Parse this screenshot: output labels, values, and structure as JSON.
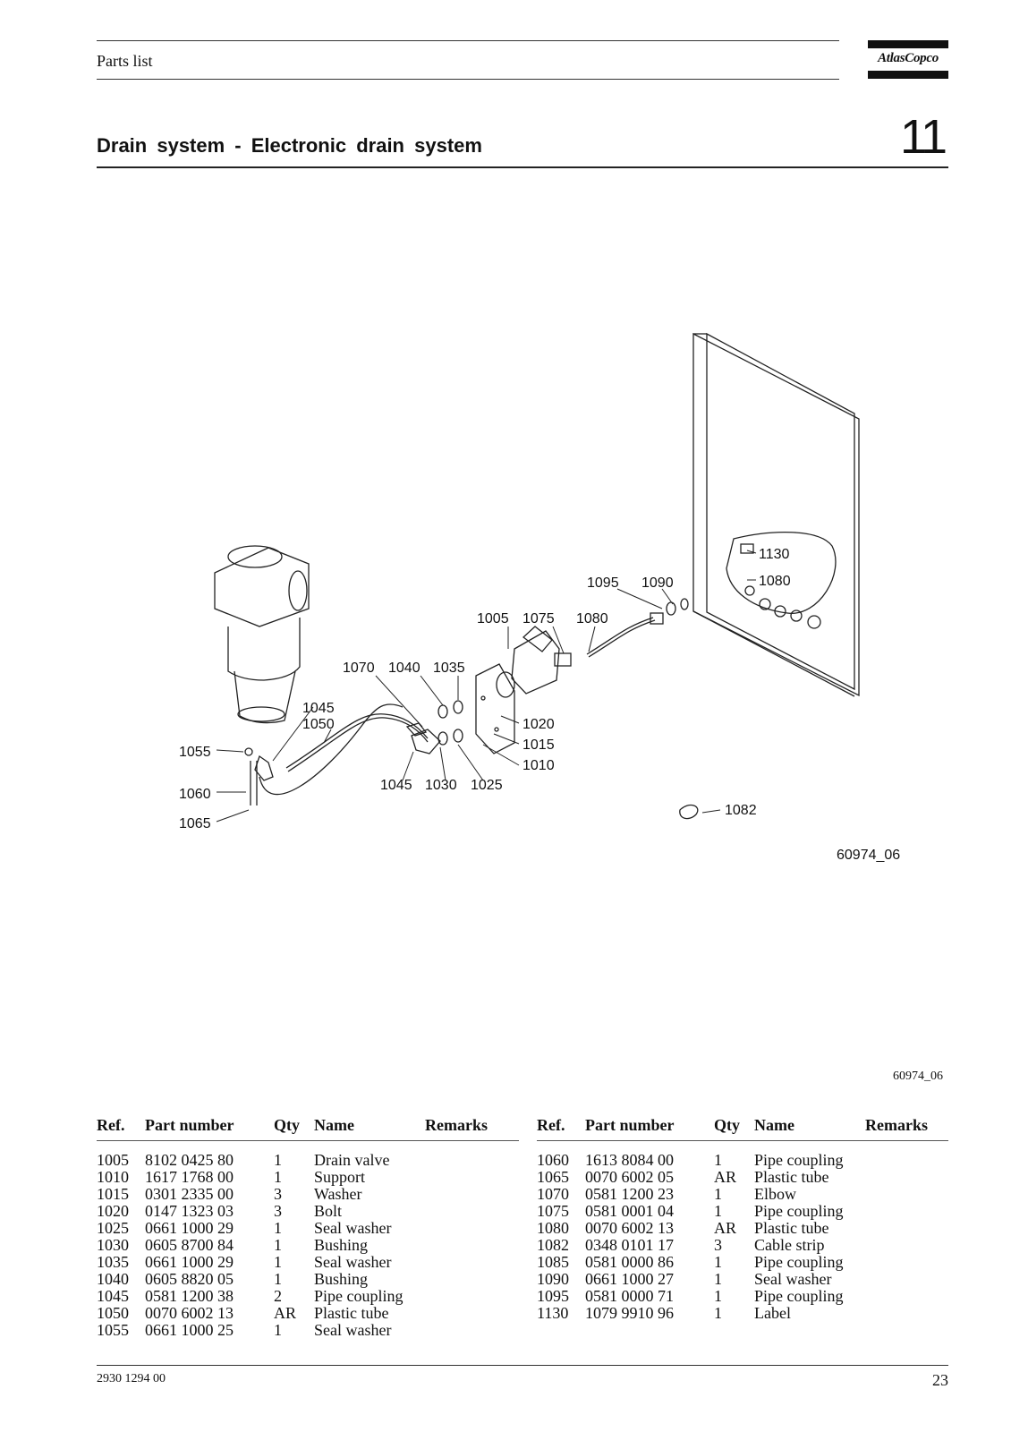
{
  "header": {
    "section": "Parts list",
    "logo": "AtlasCopco"
  },
  "title": "Drain system - Electronic drain system",
  "chapter": "11",
  "diagram": {
    "callouts": [
      "1130",
      "1080",
      "1095",
      "1090",
      "1005",
      "1075",
      "1080",
      "1070",
      "1040",
      "1035",
      "1045",
      "1050",
      "1020",
      "1015",
      "1010",
      "1055",
      "1045",
      "1030",
      "1025",
      "1060",
      "1065",
      "1082"
    ],
    "code": "60974_06"
  },
  "figure_ref": "60974_06",
  "table": {
    "headers": {
      "ref": "Ref.",
      "part": "Part number",
      "qty": "Qty",
      "name": "Name",
      "remarks": "Remarks"
    },
    "left": [
      {
        "ref": "1005",
        "part": "8102 0425 80",
        "qty": "1",
        "name": "Drain valve"
      },
      {
        "ref": "1010",
        "part": "1617 1768 00",
        "qty": "1",
        "name": "Support"
      },
      {
        "ref": "1015",
        "part": "0301 2335 00",
        "qty": "3",
        "name": "Washer"
      },
      {
        "ref": "1020",
        "part": "0147 1323 03",
        "qty": "3",
        "name": "Bolt"
      },
      {
        "ref": "1025",
        "part": "0661 1000 29",
        "qty": "1",
        "name": "Seal washer"
      },
      {
        "ref": "1030",
        "part": "0605 8700 84",
        "qty": "1",
        "name": "Bushing"
      },
      {
        "ref": "1035",
        "part": "0661 1000 29",
        "qty": "1",
        "name": "Seal washer"
      },
      {
        "ref": "1040",
        "part": "0605 8820 05",
        "qty": "1",
        "name": "Bushing"
      },
      {
        "ref": "1045",
        "part": "0581 1200 38",
        "qty": "2",
        "name": "Pipe coupling"
      },
      {
        "ref": "1050",
        "part": "0070 6002 13",
        "qty": "AR",
        "name": "Plastic tube"
      },
      {
        "ref": "1055",
        "part": "0661 1000 25",
        "qty": "1",
        "name": "Seal washer"
      }
    ],
    "right": [
      {
        "ref": "1060",
        "part": "1613 8084 00",
        "qty": "1",
        "name": "Pipe coupling"
      },
      {
        "ref": "1065",
        "part": "0070 6002 05",
        "qty": "AR",
        "name": "Plastic tube"
      },
      {
        "ref": "1070",
        "part": "0581 1200 23",
        "qty": "1",
        "name": "Elbow"
      },
      {
        "ref": "1075",
        "part": "0581 0001 04",
        "qty": "1",
        "name": "Pipe coupling"
      },
      {
        "ref": "1080",
        "part": "0070 6002 13",
        "qty": "AR",
        "name": "Plastic tube"
      },
      {
        "ref": "1082",
        "part": "0348 0101 17",
        "qty": "3",
        "name": "Cable strip"
      },
      {
        "ref": "1085",
        "part": "0581 0000 86",
        "qty": "1",
        "name": "Pipe coupling"
      },
      {
        "ref": "1090",
        "part": "0661 1000 27",
        "qty": "1",
        "name": "Seal washer"
      },
      {
        "ref": "1095",
        "part": "0581 0000 71",
        "qty": "1",
        "name": "Pipe coupling"
      },
      {
        "ref": "1130",
        "part": "1079 9910 96",
        "qty": "1",
        "name": "Label"
      }
    ]
  },
  "footer": {
    "doc_number": "2930 1294 00",
    "page": "23"
  }
}
